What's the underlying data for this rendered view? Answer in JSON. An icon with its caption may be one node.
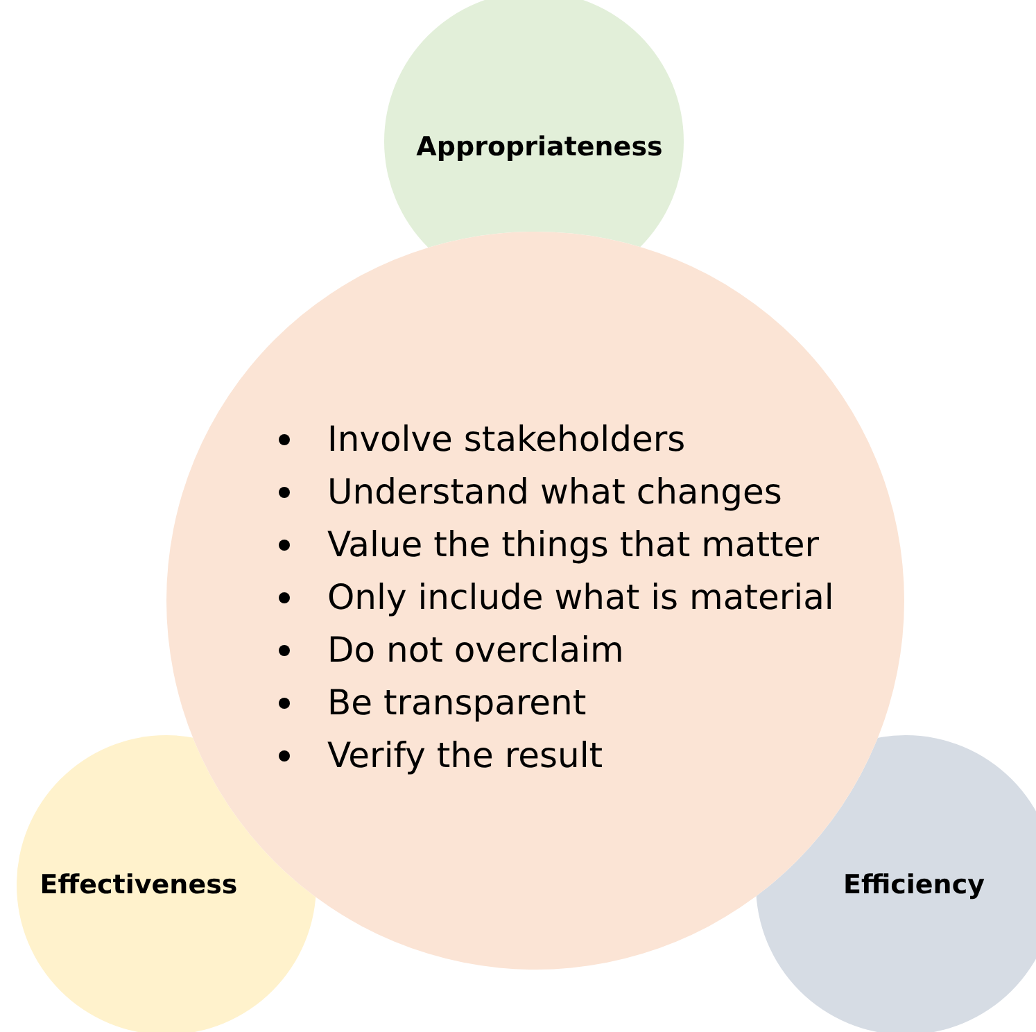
{
  "diagram": {
    "nodes": [
      {
        "text": [
          "Appropriateness"
        ]
      },
      {
        "text": [
          "Involve stakeholders",
          "Understand what changes",
          "Value the things that matter",
          "Only include what is material",
          "Do not overclaim",
          "Be transparent",
          "Verify the result"
        ]
      },
      {
        "text": [
          "Effectiveness"
        ]
      },
      {
        "text": [
          "Efficiency"
        ]
      }
    ]
  }
}
